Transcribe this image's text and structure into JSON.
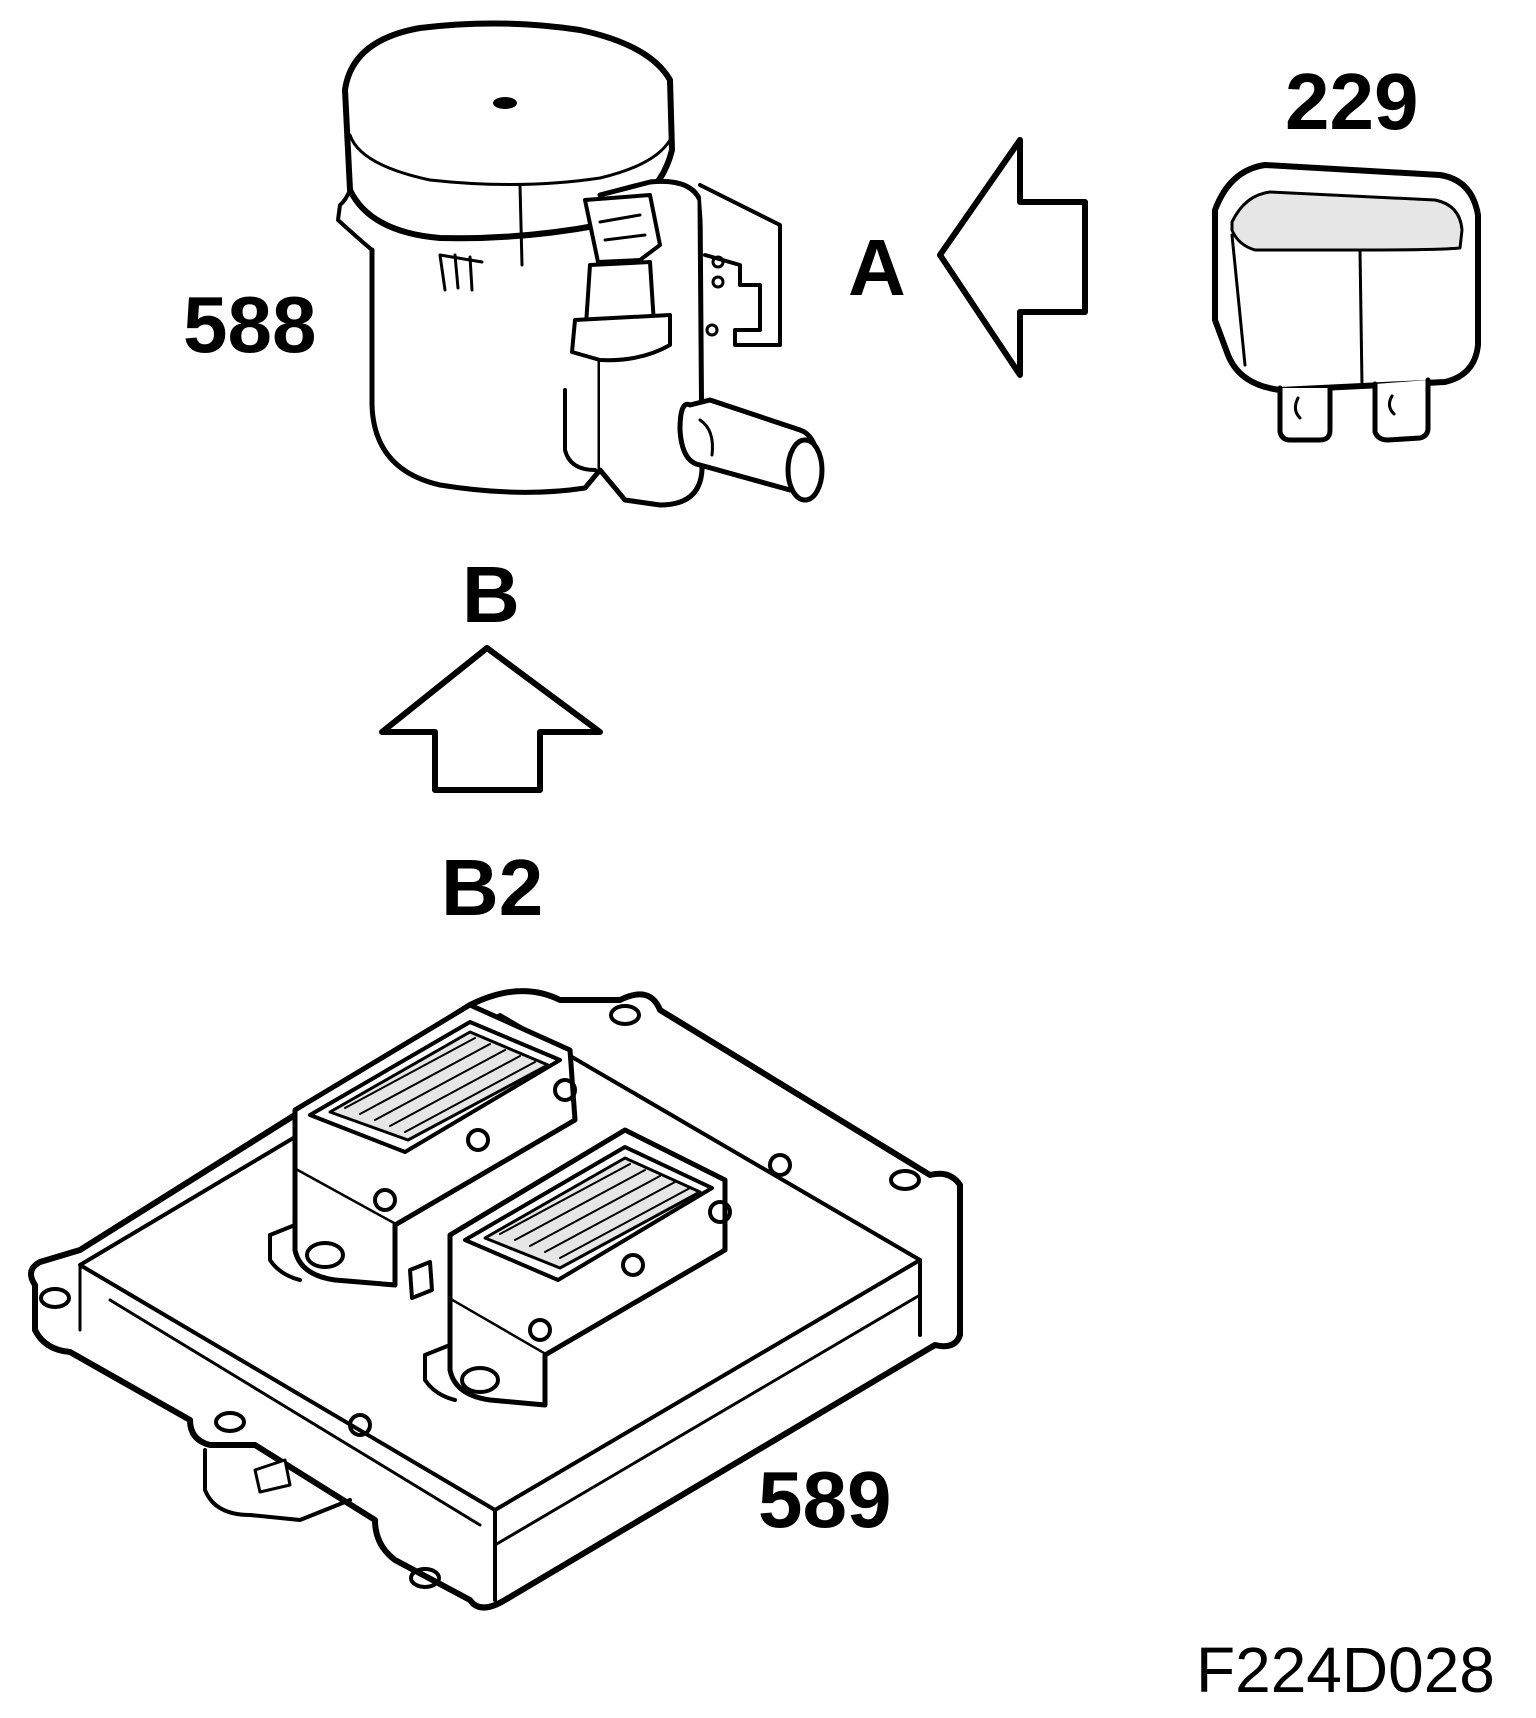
{
  "labels": {
    "canister_valve": "588",
    "relay": "229",
    "control_module": "589",
    "view_a": "A",
    "view_b": "B",
    "connector": "B2"
  },
  "figure_code": "F224D028",
  "colors": {
    "ink": "#000000",
    "paper": "#ffffff",
    "shade": "#e6e6e6"
  }
}
